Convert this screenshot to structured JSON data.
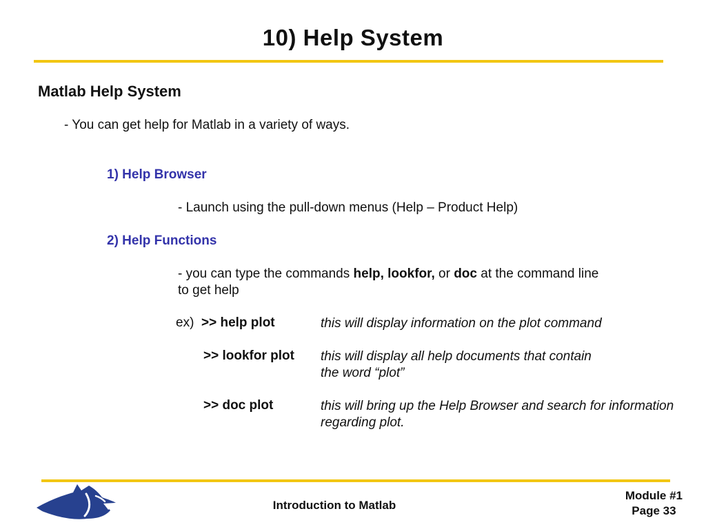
{
  "slide": {
    "title": "10) Help System",
    "section_heading": "Matlab Help System",
    "intro": "- You can get help for Matlab in a variety of ways.",
    "item1": {
      "heading": "1) Help Browser",
      "text": "- Launch using the pull-down menus (Help – Product Help)"
    },
    "item2": {
      "heading": "2) Help Functions",
      "line1_pre": "- you can type the commands ",
      "line1_bold1": "help, lookfor,",
      "line1_mid": " or ",
      "line1_bold2": "doc",
      "line1_post": " at the command line",
      "line2": "to get help"
    },
    "examples": [
      {
        "prefix": "ex) ",
        "command": ">> help plot",
        "desc_line1": "this will display information on the plot command",
        "desc_line2": ""
      },
      {
        "prefix": "",
        "command": ">> lookfor plot",
        "desc_line1": "this will display all help documents that contain",
        "desc_line2": "the word “plot”"
      },
      {
        "prefix": "",
        "command": ">> doc plot",
        "desc_line1": "this will bring up the Help Browser and search for information",
        "desc_line2": "regarding plot."
      }
    ],
    "footer": {
      "center_title": "Introduction to Matlab",
      "module": "Module #1",
      "page": "Page 33"
    }
  },
  "icons": {
    "logo": "cougar-logo"
  },
  "colors": {
    "accent_line": "#F2C613",
    "heading_blue": "#3333AA",
    "logo_blue": "#27418F"
  }
}
